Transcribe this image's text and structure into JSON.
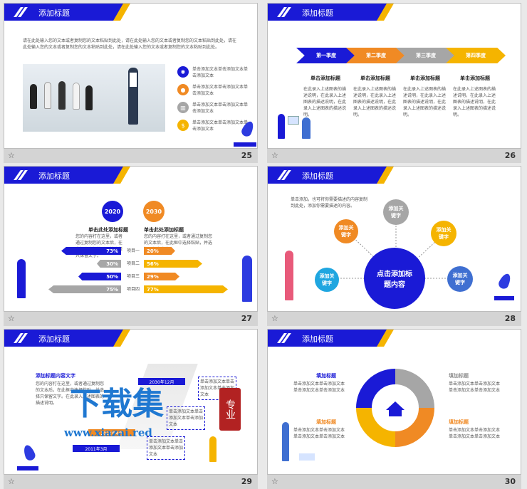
{
  "header_title": "添加标题",
  "footer_star": "☆",
  "slides": [
    {
      "num": "25",
      "paragraph": "请在此处输入您的文本或者复制您的文本粘贴到此处，请在此处输入您的文本或者复制您的文本粘贴到此处，请在此处输入您的文本或者复制您的文本粘贴到此处，请在此处输入您的文本或者复制您的文本粘贴到此处。",
      "items": [
        "单击添加文本单击添加文本单击添加文本",
        "单击添加文本单击添加文本单击添加文本",
        "单击添加文本单击添加文本单击添加文本",
        "单击添加文本单击添加文本单击添加文本"
      ]
    },
    {
      "num": "26",
      "quarters": [
        "第一季度",
        "第二季度",
        "第三季度",
        "第四季度"
      ],
      "quarter_title": "单击添加标题",
      "quarter_desc": "在此录入上述图表的描述说明，在此录入上述图表的描述说明，在此录入上述图表的描述说明。"
    },
    {
      "num": "27",
      "year_left": "2020",
      "year_right": "2030",
      "sub_title": "单击此处添加标题",
      "sub_desc": "您的内容打在这里，或者通过复制您的文本后，在此框中选择粘贴，并选择只保留文字。",
      "rows": [
        {
          "left": "73%",
          "label": "项目一",
          "right": "20%"
        },
        {
          "left": "30%",
          "label": "项目二",
          "right": "56%"
        },
        {
          "left": "50%",
          "label": "项目三",
          "right": "29%"
        },
        {
          "left": "75%",
          "label": "项目四",
          "right": "77%"
        }
      ]
    },
    {
      "num": "28",
      "note": "单击添加，也可将你需要描述的内容复制到此处，添加你需要描述的内容。",
      "center": "点击添加标题内容",
      "keywords": [
        "添加关键字",
        "添加关键字",
        "添加关键字",
        "添加关键字",
        "添加关键字"
      ]
    },
    {
      "num": "29",
      "title": "添加标题内容文字",
      "desc": "您的内容打在这里，或者通过复制您的文本后，在此框中选择粘贴，并选择只保留文字。在此录入上述图表的描述说明。",
      "dates": [
        "2030年12月",
        "2012年4月",
        "2011年3月"
      ],
      "box_text": "单击添加文本单击添加文本单击添加文本"
    },
    {
      "num": "30",
      "titles": [
        "填加标题",
        "填加标题",
        "填加标题",
        "填加标题"
      ],
      "line": "单击添加文本单击添加文本"
    }
  ],
  "watermark": {
    "main": "下载集",
    "badge": "专业",
    "url": "www.xiazai.red"
  },
  "colors": {
    "blue": "#1a1ad6",
    "orange": "#f08a24",
    "gray": "#a6a6a6",
    "yellow": "#f5b400",
    "lightblue": "#1fa6e0",
    "steel": "#3f6fd1"
  }
}
